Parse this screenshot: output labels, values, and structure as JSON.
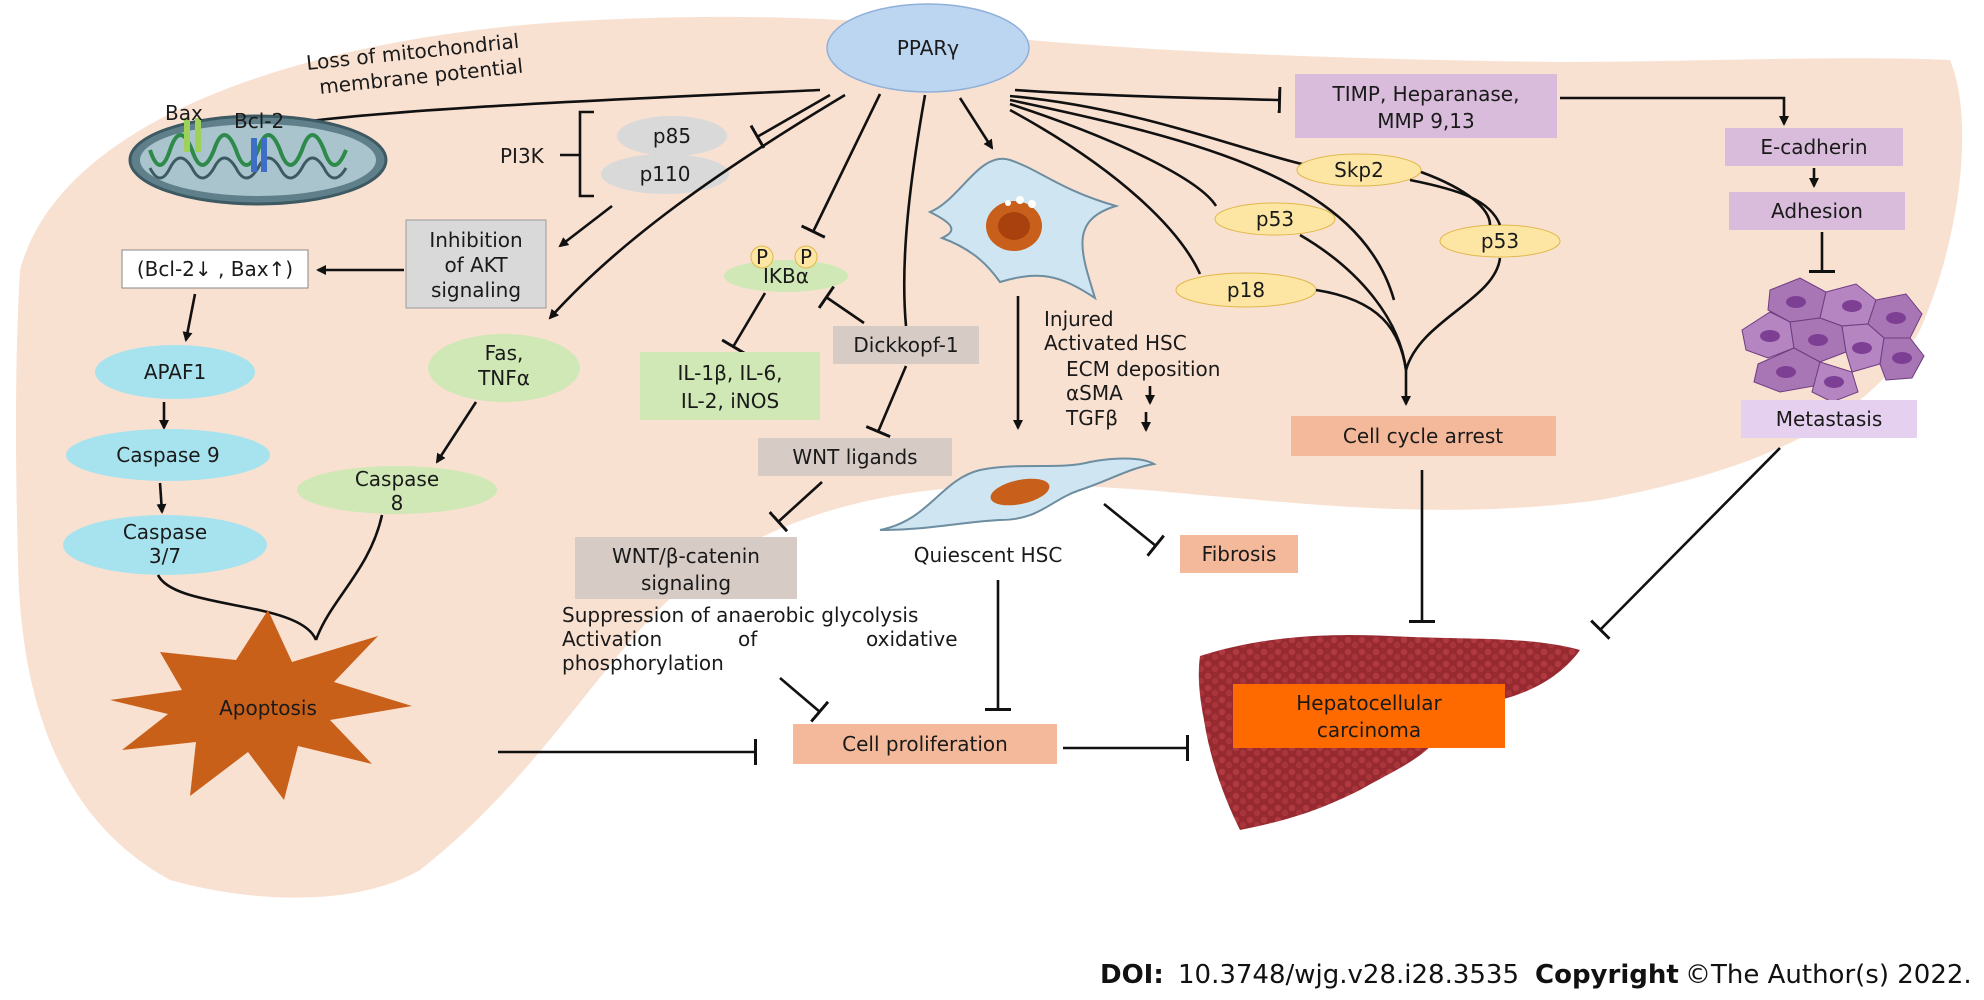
{
  "center": {
    "ppar": "PPARγ"
  },
  "mito": {
    "loss_line1": "Loss of mitochondrial",
    "loss_line2": "membrane potential",
    "bax": "Bax",
    "bcl2": "Bcl-2"
  },
  "pi3k": {
    "label": "PI3K",
    "p85": "p85",
    "p110": "p110"
  },
  "akt": {
    "line1": "Inhibition",
    "line2": "of AKT",
    "line3": "signaling"
  },
  "bcl_bax": "(Bcl-2↓ , Bax↑)",
  "intrinsic": {
    "apaf1": "APAF1",
    "caspase9": "Caspase 9",
    "caspase37_line1": "Caspase",
    "caspase37_line2": "3/7"
  },
  "extrinsic": {
    "fas_line1": "Fas,",
    "fas_line2": "TNFα",
    "caspase8_line1": "Caspase",
    "caspase8_line2": "8"
  },
  "apoptosis": "Apoptosis",
  "nfkb": {
    "p": "P",
    "ikba": "IKBα",
    "cyto_line1": "IL-1β, IL-6,",
    "cyto_line2": "IL-2,  iNOS"
  },
  "wnt": {
    "dkk1": "Dickkopf-1",
    "ligands": "WNT ligands",
    "signaling_line1": "WNT/β-catenin",
    "signaling_line2": "signaling",
    "supp_line1": "Suppression of anaerobic glycolysis",
    "supp_line2a": "Activation",
    "supp_line2b": "of",
    "supp_line2c": "oxidative",
    "supp_line3": "phosphorylation"
  },
  "hsc": {
    "injured": "Injured",
    "activated": "Activated HSC",
    "ecm": "ECM deposition",
    "asma": "αSMA",
    "tgfb": "TGFβ",
    "quiescent": "Quiescent HSC",
    "fibrosis": "Fibrosis"
  },
  "proliferation": "Cell proliferation",
  "hcc": {
    "line1": "Hepatocellular",
    "line2": "carcinoma"
  },
  "cellcycle": {
    "timp_line1": "TIMP, Heparanase,",
    "timp_line2": "MMP 9,13",
    "skp2": "Skp2",
    "p53": "p53",
    "p18": "p18",
    "arrest": "Cell cycle arrest"
  },
  "metastasis": {
    "ecad": "E-cadherin",
    "adhesion": "Adhesion",
    "metastasis": "Metastasis"
  },
  "footer": {
    "doi_label": "DOI:",
    "doi_value": "10.3748/wjg.v28.i28.3535",
    "copyright_label": "Copyright",
    "copyright_value": "©The Author(s) 2022."
  },
  "colors": {
    "liver_bg": "#f9e1d2",
    "ppar_fill": "#bcd5f0",
    "caspase_fill": "#a7e3ee",
    "green_fill": "#cfe8b5",
    "grey_box": "#d7cbc6",
    "purple_box": "#d9bcdb",
    "orange_box": "#f4b99a",
    "yellow_fill": "#fde6a3",
    "apoptosis_fill": "#c9601a",
    "hcc_fill": "#9b2d32",
    "hcc_label_fill": "#ff6a00"
  }
}
